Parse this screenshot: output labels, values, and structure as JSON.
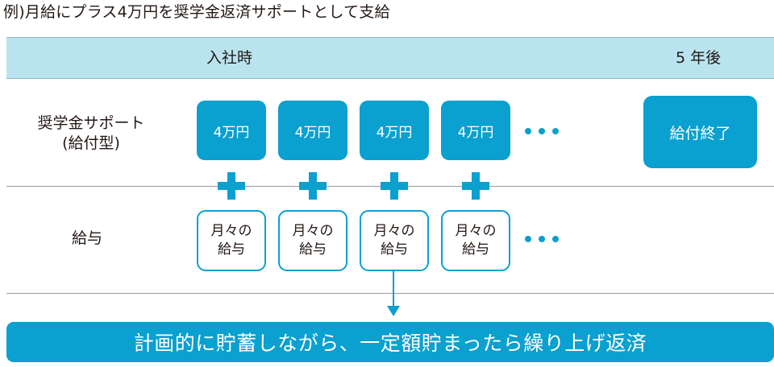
{
  "title": "例)月給にプラス4万円を奨学金返済サポートとして支給",
  "header": {
    "left": "入社時",
    "right": "5 年後"
  },
  "rows": {
    "support_label_line1": "奨学金サポート",
    "support_label_line2": "(給付型)",
    "salary_label": "給与"
  },
  "support_amounts": [
    "4万円",
    "4万円",
    "4万円",
    "4万円"
  ],
  "support_end": "給付終了",
  "salary_boxes": [
    {
      "line1": "月々の",
      "line2": "給与"
    },
    {
      "line1": "月々の",
      "line2": "給与"
    },
    {
      "line1": "月々の",
      "line2": "給与"
    },
    {
      "line1": "月々の",
      "line2": "給与"
    }
  ],
  "result": "計画的に貯蓄しながら、一定額貯まったら繰り上げ返済",
  "colors": {
    "accent": "#0aa0cf",
    "header_band": "#b9e4ef",
    "text": "#231815"
  }
}
